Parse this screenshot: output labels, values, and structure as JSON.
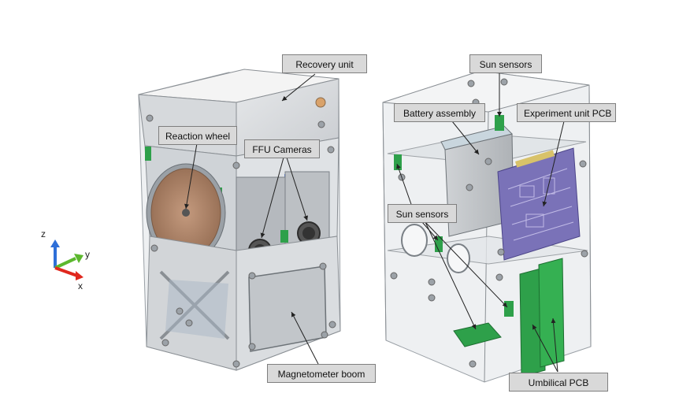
{
  "labels": {
    "recovery_unit": "Recovery unit",
    "reaction_wheel": "Reaction wheel",
    "ffu_cameras": "FFU Cameras",
    "magnetometer_boom": "Magnetometer boom",
    "sun_sensors_top": "Sun sensors",
    "battery_assembly": "Battery assembly",
    "experiment_unit_pcb": "Experiment unit PCB",
    "sun_sensors_side": "Sun sensors",
    "umbilical_pcb": "Umbilical PCB"
  },
  "axes": {
    "z": "z",
    "y": "y",
    "x": "x"
  },
  "colors": {
    "z_axis": "#2e6fd8",
    "y_axis": "#5cb82e",
    "x_axis": "#e0281e",
    "pcb_purple": "#7a72b8",
    "pcb_green": "#2ea04a",
    "reaction_wheel": "#b0866a",
    "frame_gray": "#b8bcc0",
    "callout_fill": "#d9d9d9"
  }
}
